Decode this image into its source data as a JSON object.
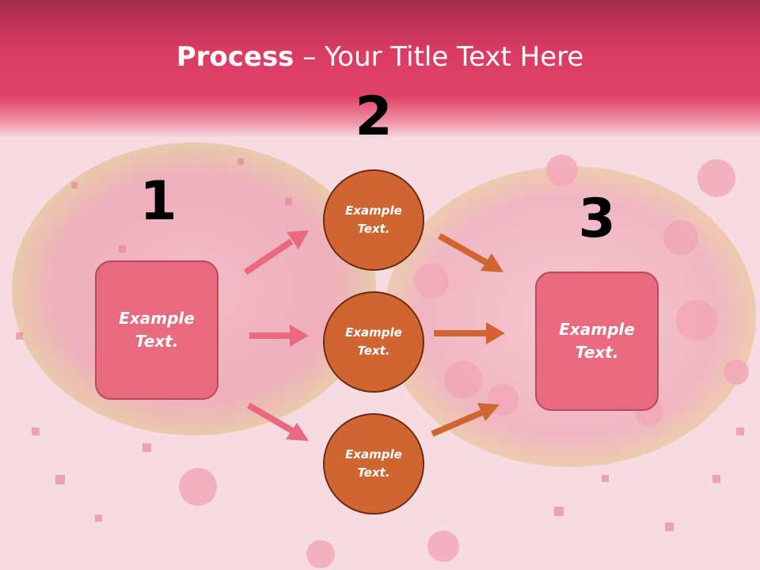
{
  "title": {
    "bold": "Process",
    "rest": " – Your Title Text Here"
  },
  "steps": {
    "one": {
      "number": "1",
      "text_line1": "Example",
      "text_line2": "Text."
    },
    "two": {
      "number": "2"
    },
    "three": {
      "number": "3",
      "text_line1": "Example",
      "text_line2": "Text."
    }
  },
  "circles": [
    {
      "line1": "Example",
      "line2": "Text."
    },
    {
      "line1": "Example",
      "line2": "Text."
    },
    {
      "line1": "Example",
      "line2": "Text."
    }
  ],
  "colors": {
    "header": "#e04368",
    "box_fill": "#e9697f",
    "circle_fill": "#d06532",
    "left_arrows": "#e9697f",
    "right_arrows": "#d06532"
  }
}
